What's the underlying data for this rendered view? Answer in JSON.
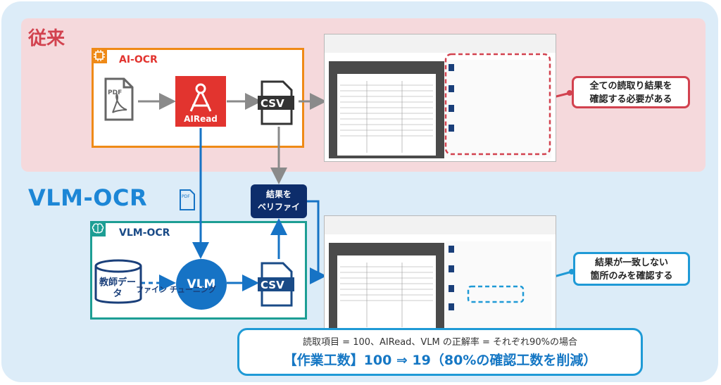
{
  "diagram": {
    "section_old": {
      "title": "従来"
    },
    "section_vlm": {
      "title": "VLM-OCR"
    },
    "ai_ocr_box": {
      "label": "AI-OCR",
      "airead_label": "AIRead"
    },
    "vlm_ocr_box": {
      "label": "VLM-OCR",
      "vlm_label": "VLM",
      "teacher_label": "教師データ",
      "finetune_label": "ファイン チューニング"
    },
    "verify_box": {
      "line1": "結果を",
      "line2": "ベリファイ"
    },
    "callout_old": {
      "line1": "全ての読取り結果を",
      "line2": "確認する必要がある"
    },
    "callout_vlm": {
      "line1": "結果が一致しない",
      "line2": "箇所のみを確認する"
    },
    "result": {
      "line1": "読取項目 = 100、AIRead、VLM の正解率 = それぞれ90%の場合",
      "line2": "【作業工数】100 ⇒ 19（80%の確認工数を削減）"
    },
    "colors": {
      "old_red": "#d2424f",
      "vlm_blue": "#1c86d6",
      "orange": "#ef8a17",
      "teal": "#1d9e94",
      "navy": "#0d2d6b"
    },
    "icons": [
      "pdf-file-icon",
      "airead-logo-icon",
      "csv-file-icon",
      "database-icon",
      "brain-icon",
      "chip-icon"
    ]
  }
}
